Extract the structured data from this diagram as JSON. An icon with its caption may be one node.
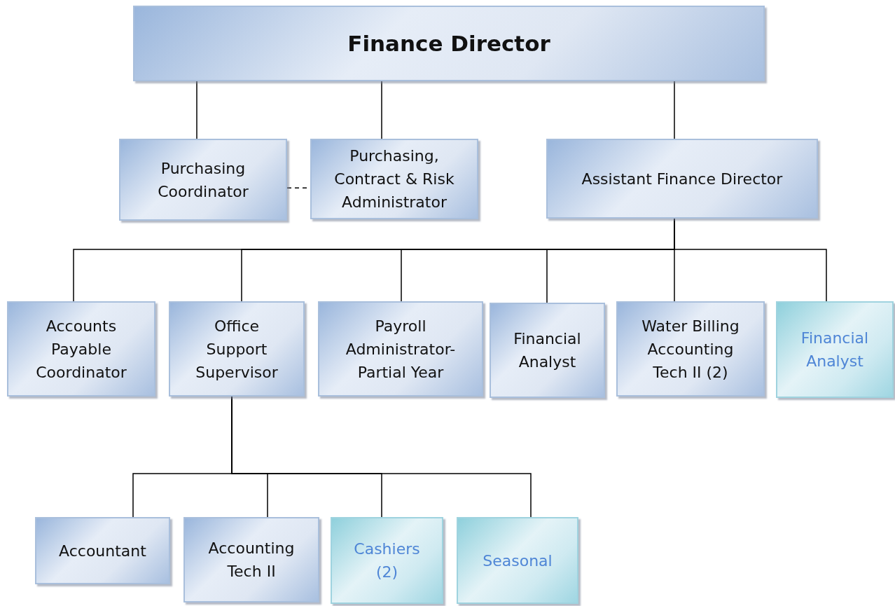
{
  "diagram": {
    "nodes": [
      {
        "text": [
          "Finance Director"
        ]
      },
      {
        "text": [
          "Purchasing Coordinator"
        ]
      },
      {
        "text": [
          "Purchasing, Contract & Risk Administrator"
        ]
      },
      {
        "text": [
          "Assistant Finance Director"
        ]
      },
      {
        "text": [
          "Accounts Payable Coordinator"
        ]
      },
      {
        "text": [
          "Office Support Supervisor"
        ]
      },
      {
        "text": [
          "Payroll Administrator-Partial Year"
        ]
      },
      {
        "text": [
          "Financial Analyst"
        ]
      },
      {
        "text": [
          "Water Billing Accounting Tech II (2)"
        ]
      },
      {
        "text": [
          "Financial Analyst"
        ]
      },
      {
        "text": [
          "Accountant"
        ]
      },
      {
        "text": [
          "Accounting Tech II"
        ]
      },
      {
        "text": [
          "Cashiers (2)"
        ]
      },
      {
        "text": [
          "Seasonal"
        ]
      }
    ],
    "edges": [
      {
        "from": 0,
        "to": 1,
        "arrow": "none"
      },
      {
        "from": 0,
        "to": 2,
        "arrow": "none"
      },
      {
        "from": 0,
        "to": 3,
        "arrow": "none"
      },
      {
        "from": 1,
        "to": 2,
        "arrow": "none",
        "style": "dashed"
      },
      {
        "from": 3,
        "to": 4,
        "arrow": "none"
      },
      {
        "from": 3,
        "to": 5,
        "arrow": "none"
      },
      {
        "from": 3,
        "to": 6,
        "arrow": "none"
      },
      {
        "from": 3,
        "to": 7,
        "arrow": "none"
      },
      {
        "from": 3,
        "to": 8,
        "arrow": "none"
      },
      {
        "from": 3,
        "to": 9,
        "arrow": "none"
      },
      {
        "from": 5,
        "to": 10,
        "arrow": "none"
      },
      {
        "from": 5,
        "to": 11,
        "arrow": "none"
      },
      {
        "from": 5,
        "to": 12,
        "arrow": "none"
      },
      {
        "from": 5,
        "to": 13,
        "arrow": "none"
      }
    ]
  }
}
